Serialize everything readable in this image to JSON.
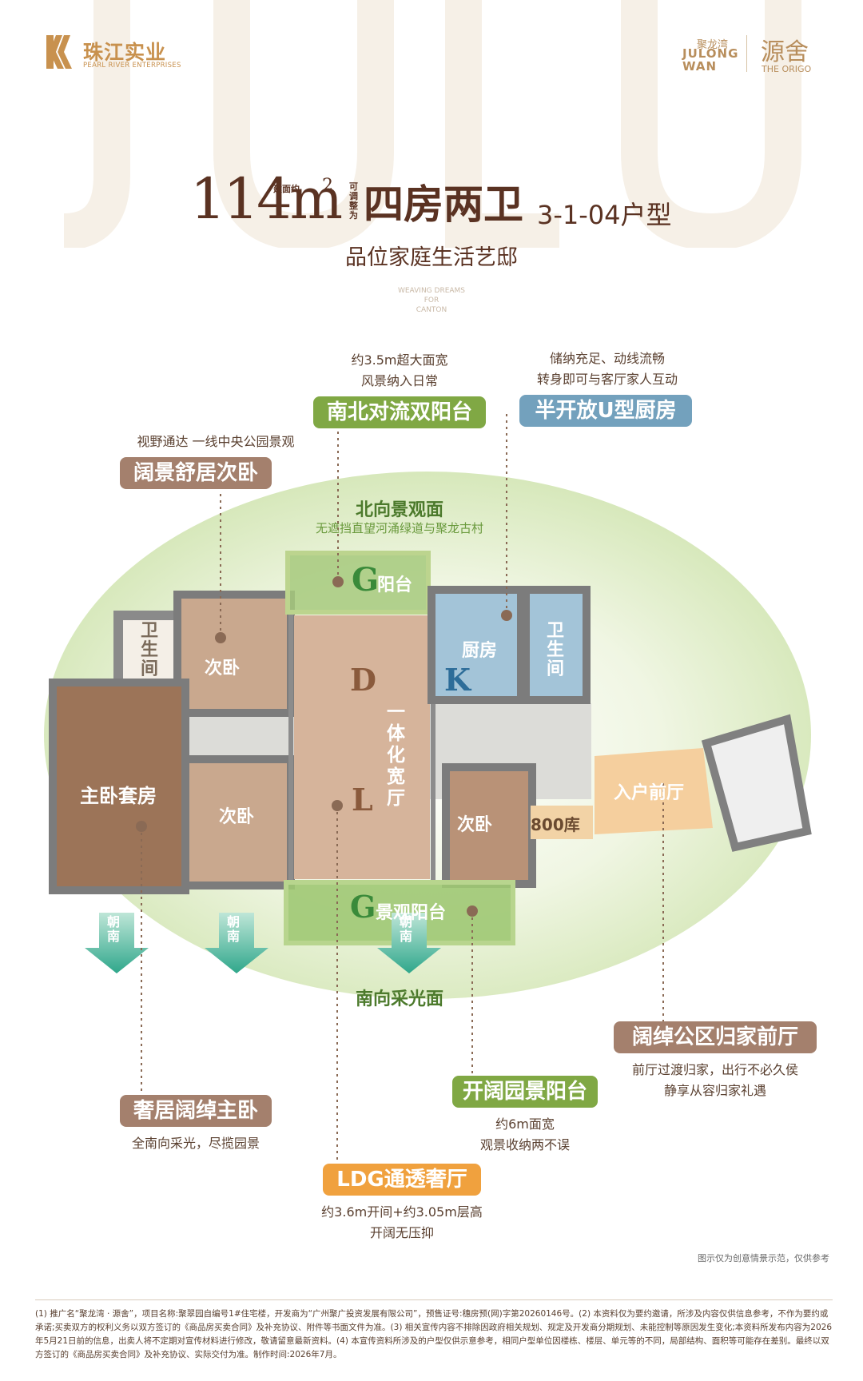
{
  "brand": {
    "developer_cn": "珠江实业",
    "developer_en": "PEARL RIVER ENTERPRISES",
    "project_cn": "聚龙湾",
    "project_en_1": "JULONG",
    "project_en_2": "WAN",
    "sub_brand_cn": "源舍",
    "sub_brand_en": "THE ORIGO"
  },
  "title": {
    "area_number": "114m",
    "area_sup": "2",
    "area_prefix": "建面约",
    "adjustable": "可调整为",
    "layout": "四房两卫",
    "unit_code": "3-1-04户型",
    "subtitle": "品位家庭生活艺邸",
    "tagline_1": "WEAVING DREAMS",
    "tagline_2": "FOR",
    "tagline_3": "CANTON"
  },
  "plan": {
    "north_view": "北向景观面",
    "north_view_sub": "无遮挡直望河涌绿道与聚龙古村",
    "south_view": "南向采光面",
    "facing_south": "朝南",
    "rooms": {
      "balcony_north_letter": "G",
      "balcony_north": "阳台",
      "dining_letter": "D",
      "living_letter": "L",
      "living": "一体化宽厅",
      "kitchen": "厨房",
      "kitchen_letter": "K",
      "bath_left": "卫生间",
      "bath_right": "卫生间",
      "bedroom_top": "次卧",
      "bedroom_mid": "次卧",
      "bedroom_right": "次卧",
      "master": "主卧套房",
      "foyer": "入户前厅",
      "storage": "800库",
      "balcony_south_letter": "G",
      "balcony_south": "景观阳台"
    }
  },
  "callouts": {
    "c1": {
      "title": "阔景舒居次卧",
      "note_1": "视野通达 一线中央公园景观"
    },
    "c2": {
      "title": "南北对流双阳台",
      "note_1": "约3.5m超大面宽",
      "note_2": "风景纳入日常"
    },
    "c3": {
      "title": "半开放U型厨房",
      "note_1": "储纳充足、动线流畅",
      "note_2": "转身即可与客厅家人互动"
    },
    "c4": {
      "title": "阔绰公区归家前厅",
      "note_1": "前厅过渡归家，出行不必久侯",
      "note_2": "静享从容归家礼遇"
    },
    "c5": {
      "title": "奢居阔绰主卧",
      "note_1": "全南向采光，尽揽园景"
    },
    "c6": {
      "title": "开阔园景阳台",
      "note_1": "约6m面宽",
      "note_2": "观景收纳两不误"
    },
    "c7": {
      "title": "LDG通透奢厅",
      "note_1": "约3.6m开间+约3.05m层高",
      "note_2": "开阔无压抑"
    }
  },
  "disclaimer_short": "图示仅为创意情景示范，仅供参考",
  "footnote": "(1) 推广名“聚龙湾 · 源舍”，项目名称:聚翠园自编号1#住宅楼，开发商为“广州聚广投资发展有限公司”，预售证号:穗房预(网)字第20260146号。(2) 本资料仅为要约邀请，所涉及内容仅供信息参考，不作为要约或承诺;买卖双方的权利义务以双方签订的《商品房买卖合同》及补充协议、附件等书面文件为准。(3) 相关宣传内容不排除因政府相关规划、规定及开发商分期规划、未能控制等原因发生变化;本资料所发布内容为2026年5月21日前的信息，出卖人将不定期对宣传材料进行修改，敬请留意最新资料。(4) 本宣传资料所涉及的户型仅供示意参考，相同户型单位因楼栋、楼层、单元等的不同，局部结构、面积等可能存在差别。最终以双方签订的《商品房买卖合同》及补充协议、实际交付为准。制作时间:2026年7月。",
  "colors": {
    "brown": "#a4806d",
    "green": "#80a844",
    "blue": "#73a1bd",
    "orange": "#f0a13e",
    "title": "#5a3222"
  }
}
